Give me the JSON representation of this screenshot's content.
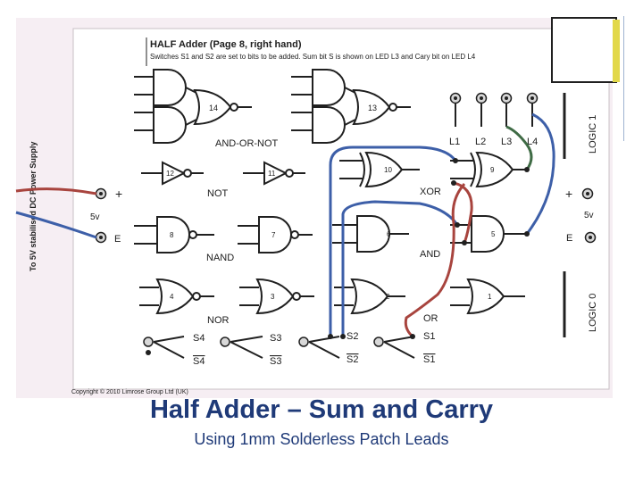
{
  "slide": {
    "title": "Half Adder – Sum and Carry",
    "subtitle": "Using 1mm Solderless Patch Leads"
  },
  "board": {
    "heading": "HALF Adder (Page 8, right hand)",
    "description": "Switches S1 and S2 are set to bits to be added. Sum bit S is shown on LED L3 and Cary bit on LED L4",
    "copyright": "Copyright © 2010 Limrose Group Ltd (UK)",
    "power_label": "To 5V stabilised DC Power Supply",
    "left_terminals": {
      "plus": "+",
      "volts": "5v",
      "earth": "E"
    },
    "right_terminals": {
      "plus": "+",
      "volts": "5v",
      "earth": "E"
    },
    "logic1": "LOGIC 1",
    "logic0": "LOGIC 0",
    "leds": [
      "L1",
      "L2",
      "L3",
      "L4"
    ],
    "section_labels": {
      "and_or_not": "AND-OR-NOT",
      "not": "NOT",
      "nand": "NAND",
      "nor": "NOR",
      "xor": "XOR",
      "and": "AND",
      "or": "OR"
    },
    "gate_numbers": {
      "g14": "14",
      "g13": "13",
      "g12": "12",
      "g11": "11",
      "g10": "10",
      "g9": "9",
      "g8": "8",
      "g7": "7",
      "g6": "6",
      "g5": "5",
      "g4": "4",
      "g3": "3",
      "g2": "2",
      "g1": "1"
    },
    "switches": {
      "s4": "S4",
      "s4_bar": "S4",
      "s3": "S3",
      "s3_bar": "S3",
      "s2": "S2",
      "s2_bar": "S2",
      "s1": "S1",
      "s1_bar": "S1"
    },
    "colors": {
      "board": "#f6eef3",
      "ink": "#202020",
      "lead_blue": "#3d5fa8",
      "lead_red": "#a8443e",
      "lead_green": "#3f6b45",
      "title_blue": "#1f3a78"
    }
  }
}
